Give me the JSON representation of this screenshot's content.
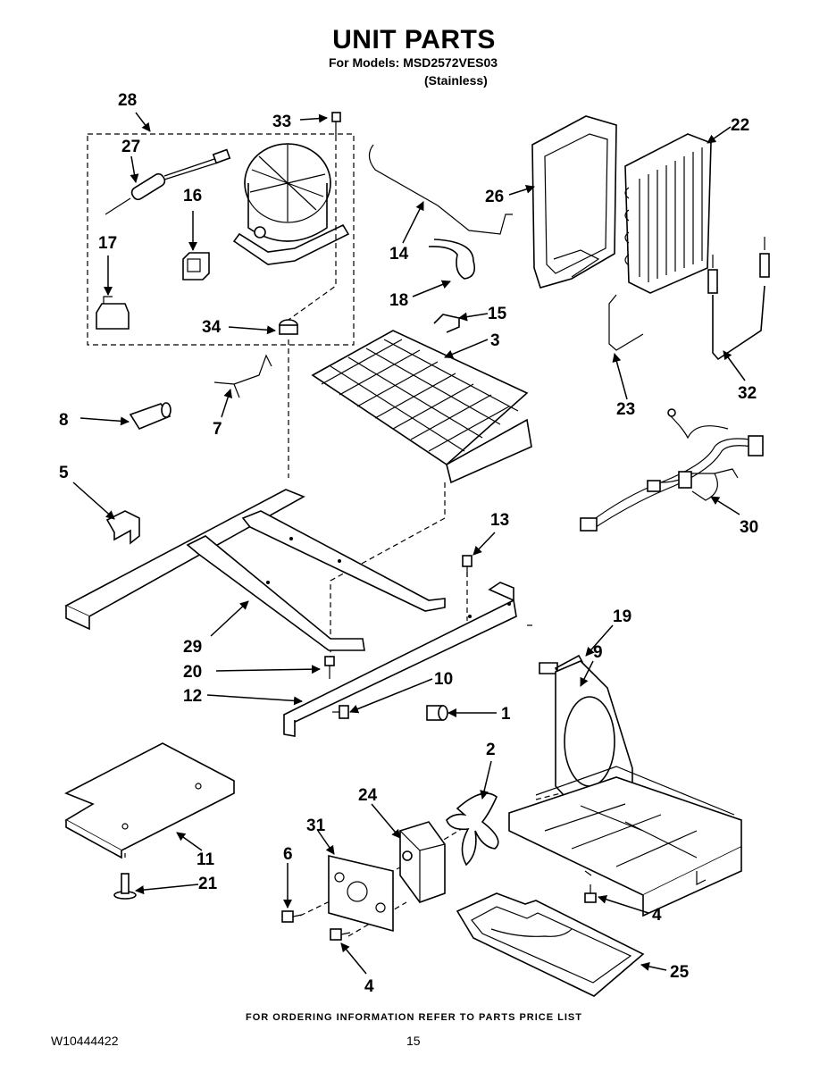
{
  "header": {
    "title": "UNIT PARTS",
    "models_line": "For Models: MSD2572VES03",
    "variant": "(Stainless)"
  },
  "footer": {
    "ordering_note": "FOR ORDERING INFORMATION REFER TO PARTS PRICE LIST",
    "document_id": "W10444422",
    "page_number": "15"
  },
  "callouts": {
    "c1": "1",
    "c2": "2",
    "c3": "3",
    "c4a": "4",
    "c4b": "4",
    "c5": "5",
    "c6": "6",
    "c7": "7",
    "c8": "8",
    "c9": "9",
    "c10": "10",
    "c11": "11",
    "c12": "12",
    "c13": "13",
    "c14": "14",
    "c15": "15",
    "c16": "16",
    "c17": "17",
    "c18": "18",
    "c19": "19",
    "c20": "20",
    "c21": "21",
    "c22": "22",
    "c23": "23",
    "c24": "24",
    "c25": "25",
    "c26": "26",
    "c27": "27",
    "c28": "28",
    "c29": "29",
    "c30": "30",
    "c31": "31",
    "c32": "32",
    "c33": "33",
    "c34": "34"
  }
}
